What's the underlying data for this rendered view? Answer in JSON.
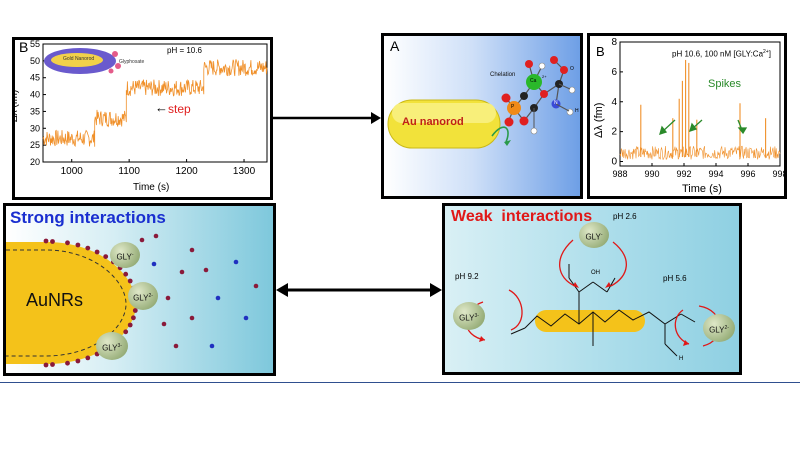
{
  "panel_b_left": {
    "letter": "B",
    "ph_label": "pH = 10.6",
    "inset_nanorod": "Gold Nanorod",
    "inset_ligand": "Glyphosate",
    "step_label": "step",
    "step_color": "#e02020",
    "trace_color": "#f0902a",
    "xlabel": "Time (s)",
    "ylabel": "Δλ (fm)",
    "x_ticks": [
      "1000",
      "1100",
      "1200",
      "1300"
    ],
    "y_ticks": [
      "20",
      "25",
      "30",
      "35",
      "40",
      "45",
      "50",
      "55"
    ]
  },
  "panel_a": {
    "letter": "A",
    "nanorod_label": "Au nanorod",
    "chelation_label": "Chelation",
    "atoms": {
      "o": "O",
      "p": "P",
      "ca": "Ca",
      "n": "N",
      "h": "H",
      "plus": "2+"
    }
  },
  "panel_b_right": {
    "letter": "B",
    "title": "pH 10.6, 100 nM [GLY:Ca",
    "title_sup": "2+",
    "title_end": "]",
    "spikes_label": "Spikes",
    "spikes_color": "#2a8a2a",
    "xlabel": "Time (s)",
    "ylabel": "Δλ (fm)",
    "x_ticks": [
      "988",
      "990",
      "992",
      "994",
      "996",
      "998"
    ],
    "y_ticks": [
      "0",
      "2",
      "4",
      "6",
      "8"
    ]
  },
  "panel_strong": {
    "title": "Strong interactions",
    "title_color": "#1a2fd0",
    "aunrs_label": "AuNRs",
    "gly_1": "GLY",
    "gly_1_sup": "-",
    "gly_2": "GLY",
    "gly_2_sup": "2-",
    "gly_3": "GLY",
    "gly_3_sup": "3-"
  },
  "panel_weak": {
    "title": "Weak  interactions",
    "title_color": "#e01818",
    "ph_top": "pH 2.6",
    "ph_left": "pH 9.2",
    "ph_right": "pH 5.6",
    "gly_top": "GLY",
    "gly_top_sup": "-",
    "gly_left": "GLY",
    "gly_left_sup": "3-",
    "gly_right": "GLY",
    "gly_right_sup": "2-",
    "oh_label": "OH",
    "h_label": "H"
  },
  "chart_data": [
    {
      "type": "line",
      "xlabel": "Time (s)",
      "ylabel": "Δλ (fm)",
      "xlim": [
        950,
        1340
      ],
      "ylim": [
        20,
        55
      ],
      "x_ticks": [
        1000,
        1100,
        1200,
        1300
      ],
      "y_ticks": [
        20,
        25,
        30,
        35,
        40,
        45,
        50,
        55
      ],
      "steps": [
        {
          "x_start": 950,
          "x_end": 1040,
          "level": 27
        },
        {
          "x_start": 1040,
          "x_end": 1095,
          "level": 33
        },
        {
          "x_start": 1095,
          "x_end": 1230,
          "level": 42
        },
        {
          "x_start": 1230,
          "x_end": 1340,
          "level": 48
        }
      ],
      "annotations": [
        "pH = 10.6",
        "step"
      ]
    },
    {
      "type": "line",
      "title": "pH 10.6, 100 nM [GLY:Ca2+]",
      "xlabel": "Time (s)",
      "ylabel": "Δλ (fm)",
      "xlim": [
        988,
        998
      ],
      "ylim": [
        -0.3,
        8
      ],
      "x_ticks": [
        988,
        990,
        992,
        994,
        996,
        998
      ],
      "y_ticks": [
        0,
        2,
        4,
        6,
        8
      ],
      "baseline": 0.5,
      "spikes": [
        {
          "x": 989.3,
          "y": 3.8
        },
        {
          "x": 991.3,
          "y": 2.9
        },
        {
          "x": 991.7,
          "y": 4.2
        },
        {
          "x": 991.9,
          "y": 5.4
        },
        {
          "x": 992.1,
          "y": 6.8
        },
        {
          "x": 992.3,
          "y": 6.6
        },
        {
          "x": 992.8,
          "y": 2.8
        },
        {
          "x": 995.5,
          "y": 3.9
        },
        {
          "x": 997.1,
          "y": 2.9
        }
      ],
      "annotations": [
        "Spikes"
      ]
    }
  ]
}
